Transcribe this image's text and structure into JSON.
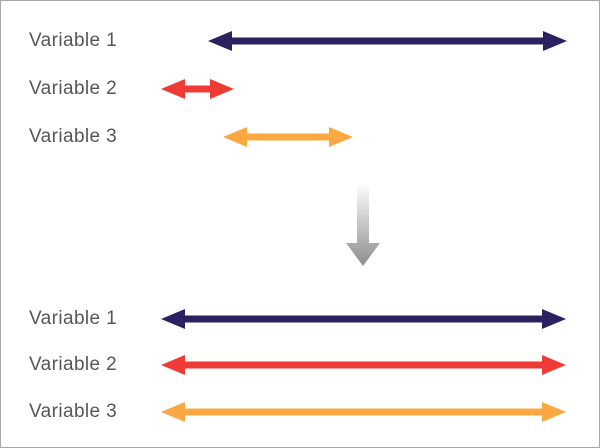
{
  "top_section": {
    "rows": [
      {
        "label": "Variable 1",
        "color": "#2b2161"
      },
      {
        "label": "Variable 2",
        "color": "#ee3b35"
      },
      {
        "label": "Variable 3",
        "color": "#f9a842"
      }
    ]
  },
  "down_arrow": {
    "gradient_top": "#fcfcfc",
    "gradient_bottom": "#8d8d8d"
  },
  "bottom_section": {
    "rows": [
      {
        "label": "Variable 1",
        "color": "#2b2161"
      },
      {
        "label": "Variable 2",
        "color": "#ee3b35"
      },
      {
        "label": "Variable 3",
        "color": "#f9a842"
      }
    ]
  },
  "colors": {
    "label_text": "#55565a",
    "frame_border": "#a6a6a6"
  }
}
